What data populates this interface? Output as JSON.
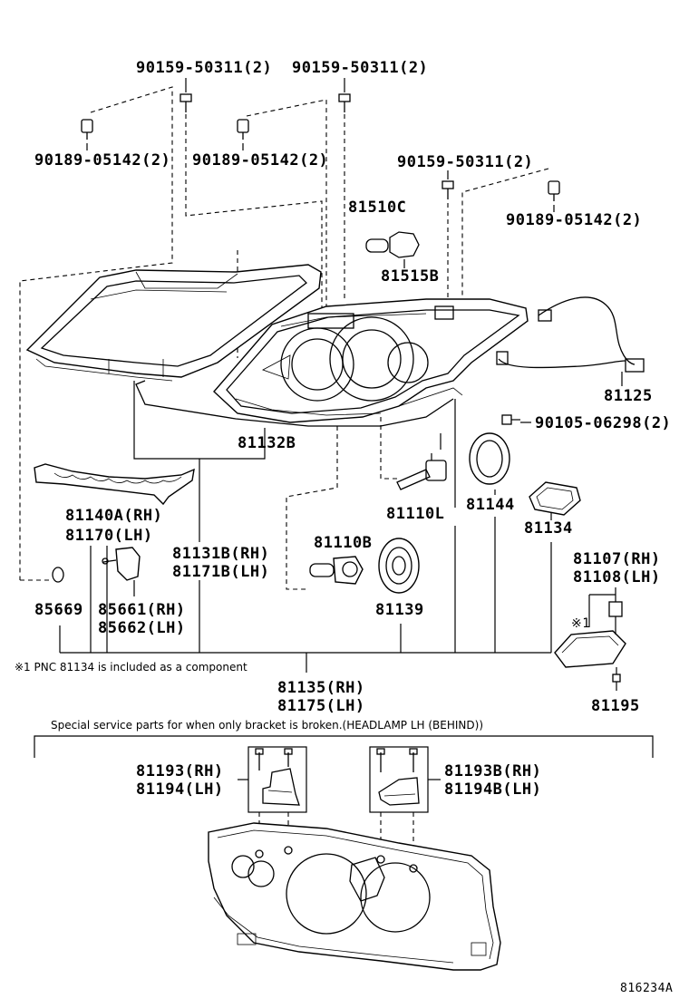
{
  "labels": {
    "p90159_a": "90159-50311(2)",
    "p90159_b": "90159-50311(2)",
    "p90159_c": "90159-50311(2)",
    "p90189_a": "90189-05142(2)",
    "p90189_b": "90189-05142(2)",
    "p90189_c": "90189-05142(2)",
    "p81510C": "81510C",
    "p81515B": "81515B",
    "p81125": "81125",
    "p90105": "90105-06298(2)",
    "p81132B": "81132B",
    "p81140A": "81140A(RH)",
    "p81170": "81170(LH)",
    "p81131B": "81131B(RH)",
    "p81171B": "81171B(LH)",
    "p81110L": "81110L",
    "p81144": "81144",
    "p81134": "81134",
    "p81110B": "81110B",
    "p81107": "81107(RH)",
    "p81108": "81108(LH)",
    "p85669": "85669",
    "p85661": "85661(RH)",
    "p85662": "85662(LH)",
    "p81139": "81139",
    "mark1": "※1",
    "p81195": "81195",
    "p81135": "81135(RH)",
    "p81175": "81175(LH)",
    "p81193": "81193(RH)",
    "p81194": "81194(LH)",
    "p81193B": "81193B(RH)",
    "p81194B": "81194B(LH)"
  },
  "notes": {
    "footnote": "※1 PNC 81134 is included as a component",
    "service": "Special service parts for when only bracket is broken.(HEADLAMP LH (BEHIND))",
    "figure_id": "816234A"
  }
}
